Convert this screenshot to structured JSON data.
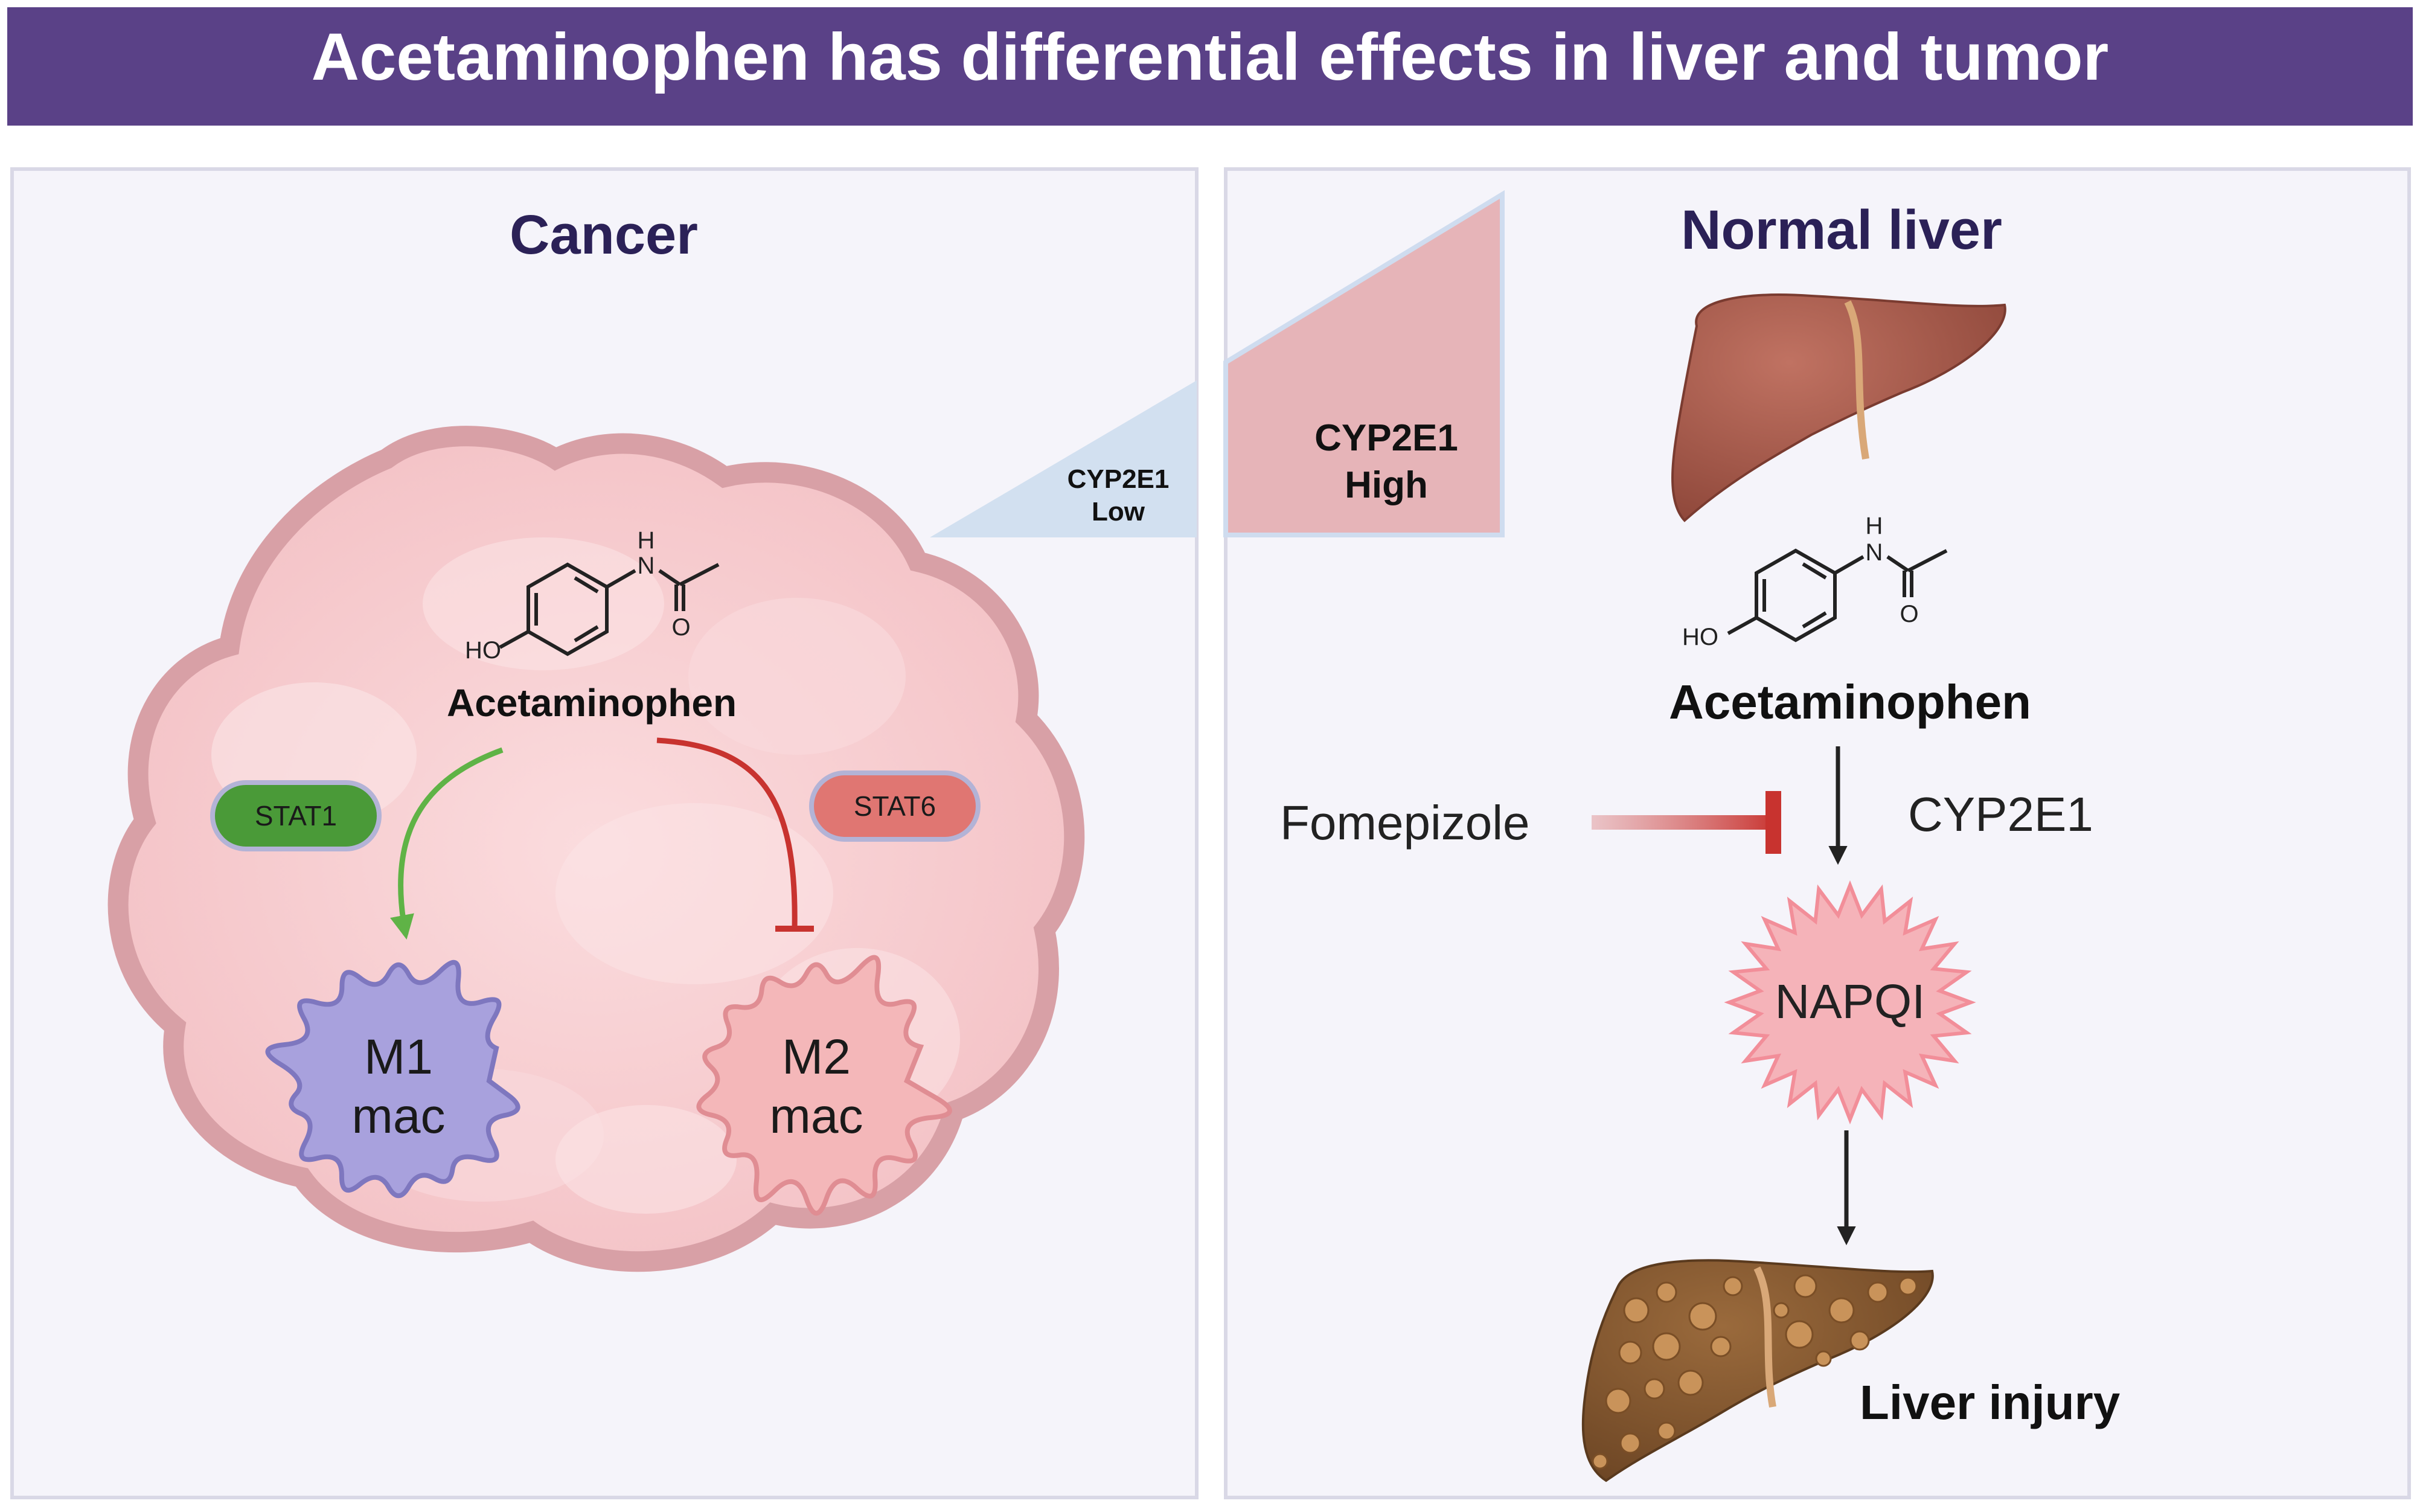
{
  "title": "Acetaminophen has differential effects in liver and tumor",
  "colors": {
    "title_bar": "#5a4187",
    "panel_bg": "#f5f4fa",
    "panel_border": "#d9d8e6",
    "heading": "#2b2157",
    "tumor_fill": "#f6c9cc",
    "tumor_border": "#d8a0a6",
    "low_wedge": "#d2e0f0",
    "high_wedge": "#e6b4b8",
    "stat1": "#4a9a38",
    "stat6": "#e07672",
    "m1": "#a8a1dd",
    "m2": "#f4b7b9",
    "activation_arrow": "#5fb346",
    "inhibition_arrow": "#c8332f",
    "napqi": "#f5b3b9",
    "liver": "#a3584a"
  },
  "left_panel": {
    "heading": "Cancer",
    "drug": {
      "name": "Acetaminophen",
      "hydroxyl": "HO",
      "nitrogen": "N",
      "hydrogen": "H",
      "oxygen": "O"
    },
    "stat1_label": "STAT1",
    "stat6_label": "STAT6",
    "m1": {
      "line1": "M1",
      "line2": "mac"
    },
    "m2": {
      "line1": "M2",
      "line2": "mac"
    },
    "edges": [
      {
        "from": "Acetaminophen",
        "to": "M1 mac",
        "type": "activation",
        "via": "STAT1"
      },
      {
        "from": "Acetaminophen",
        "to": "M2 mac",
        "type": "inhibition",
        "via": "STAT6"
      }
    ]
  },
  "cyp_low": {
    "line1": "CYP2E1",
    "line2": "Low"
  },
  "cyp_high": {
    "line1": "CYP2E1",
    "line2": "High"
  },
  "right_panel": {
    "heading": "Normal liver",
    "drug": {
      "name": "Acetaminophen",
      "hydroxyl": "HO",
      "nitrogen": "N",
      "hydrogen": "H",
      "oxygen": "O"
    },
    "inhibitor": "Fomepizole",
    "enzyme": "CYP2E1",
    "metabolite": "NAPQI",
    "outcome": "Liver injury",
    "edges": [
      {
        "from": "Acetaminophen",
        "to": "NAPQI",
        "type": "conversion",
        "via": "CYP2E1"
      },
      {
        "from": "Fomepizole",
        "to": "CYP2E1",
        "type": "inhibition"
      },
      {
        "from": "NAPQI",
        "to": "Liver injury",
        "type": "causes"
      }
    ]
  }
}
